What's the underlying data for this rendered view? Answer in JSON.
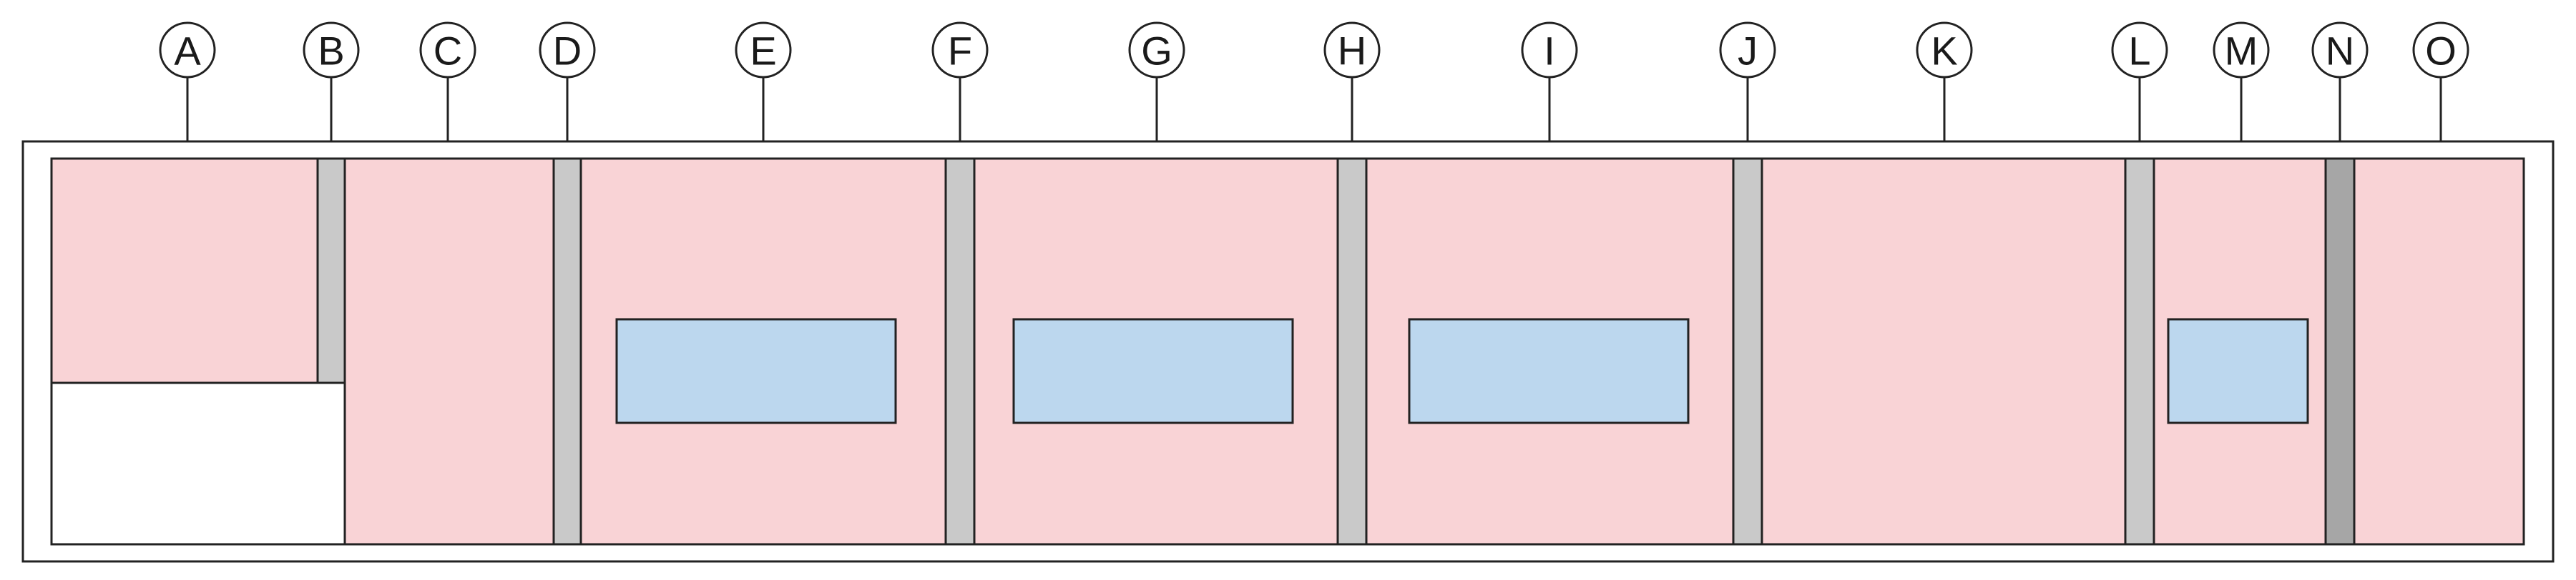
{
  "grid_labels": [
    "A",
    "B",
    "C",
    "D",
    "E",
    "F",
    "G",
    "H",
    "I",
    "J",
    "K",
    "L",
    "M",
    "N",
    "O"
  ],
  "colors": {
    "zone_fill": "#f9d3d6",
    "divider_fill": "#c9c9c9",
    "divider_dark_fill": "#a6a6a6",
    "panel_fill": "#bcd7ee",
    "frame_stroke": "#222222",
    "empty_fill": "#ffffff"
  }
}
